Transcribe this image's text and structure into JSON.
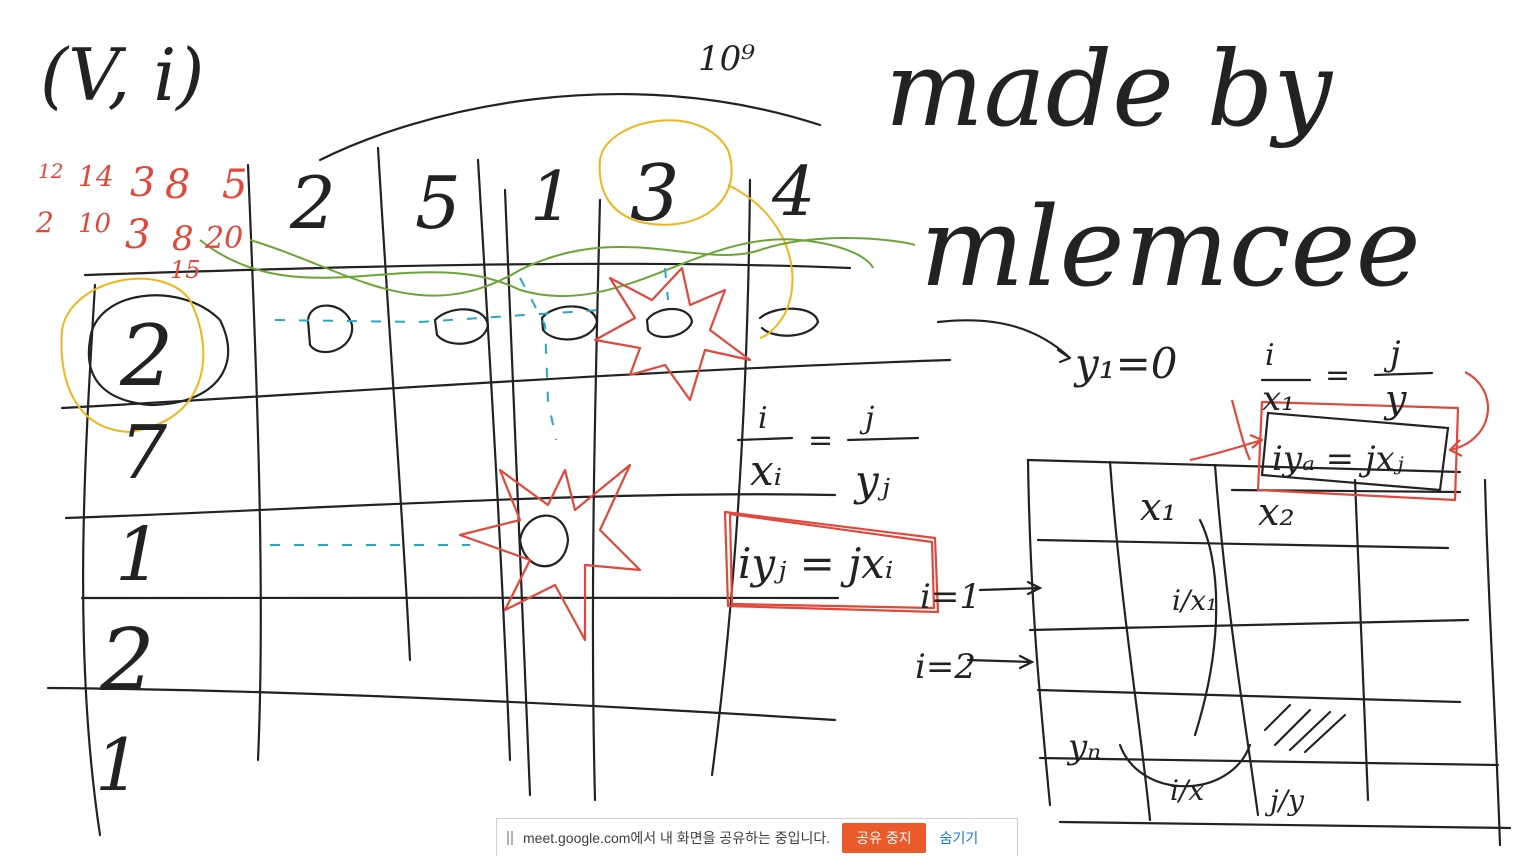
{
  "whiteboard": {
    "title_pair": "(V, i)",
    "exponent_note": "10⁹",
    "signature_line1": "made by",
    "signature_line2": "mlemcee",
    "red_row1": [
      "12",
      "14",
      "3",
      "8",
      "5"
    ],
    "red_row2": [
      "2",
      "10",
      "3",
      "8",
      "20"
    ],
    "red_extra": "15",
    "top_row_values": [
      "2",
      "5",
      "1",
      "3",
      "4"
    ],
    "left_column_values": [
      "2",
      "7",
      "1",
      "2",
      "1"
    ],
    "eq_fraction": [
      "i",
      "xᵢ",
      "j",
      "yⱼ"
    ],
    "eq_boxed": "iyⱼ = jxᵢ",
    "y_zero": "y₁=0",
    "right_fraction": [
      "i",
      "x₁",
      "j",
      "y"
    ],
    "right_boxed": "iyₐ = jxⱼ",
    "table_header": [
      "x₁",
      "x₂"
    ],
    "i_labels": [
      "i=1",
      "i=2"
    ],
    "table_notes": [
      "i/x₁",
      "yₙ",
      "i/x",
      "j/y"
    ]
  },
  "share_bar": {
    "message": "meet.google.com에서 내 화면을 공유하는 중입니다.",
    "stop_label": "공유 중지",
    "hide_label": "숨기기"
  },
  "colors": {
    "ink": "#222222",
    "red": "#e0483b",
    "orange": "#f0b51e",
    "green": "#6ba536",
    "cyan": "#29a8c9",
    "stop_button": "#ea5a2b",
    "hide_link": "#1a73e8"
  }
}
